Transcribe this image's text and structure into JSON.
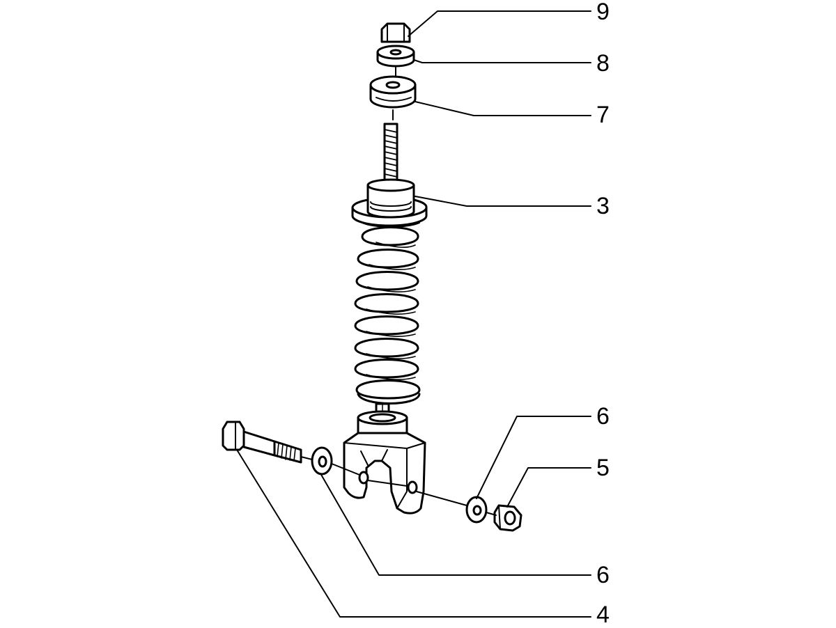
{
  "diagram": {
    "callouts": [
      {
        "id": "9",
        "label": "9"
      },
      {
        "id": "8",
        "label": "8"
      },
      {
        "id": "7",
        "label": "7"
      },
      {
        "id": "3",
        "label": "3"
      },
      {
        "id": "6a",
        "label": "6"
      },
      {
        "id": "5",
        "label": "5"
      },
      {
        "id": "6b",
        "label": "6"
      },
      {
        "id": "4",
        "label": "4"
      }
    ]
  },
  "colors": {
    "line": "#000000",
    "fill": "#ffffff",
    "background": "#ffffff"
  }
}
